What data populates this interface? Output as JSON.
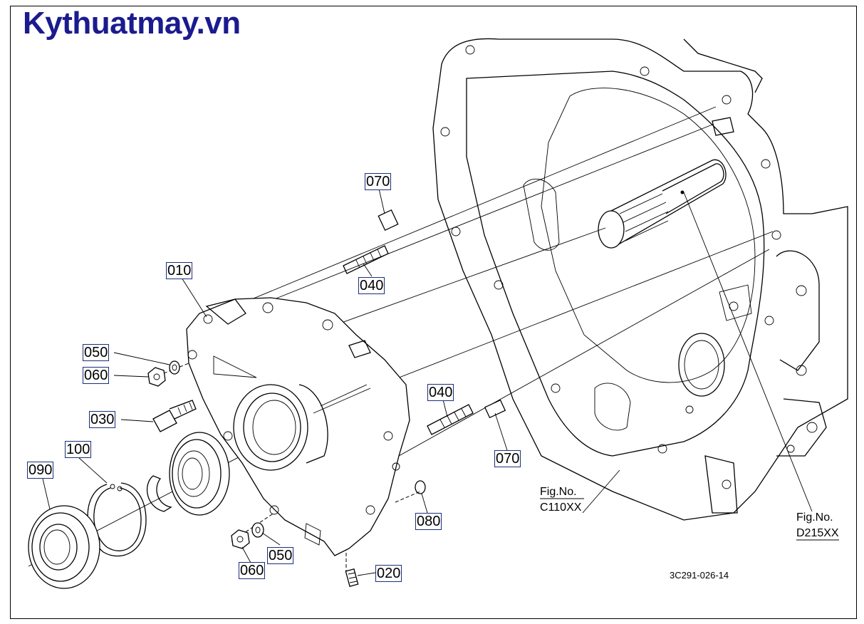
{
  "brand": {
    "text": "Kythuatmay.vn",
    "color": "#1b1b8f"
  },
  "callouts": {
    "p010": "010",
    "p020": "020",
    "p030": "030",
    "p040_top": "040",
    "p040_mid": "040",
    "p050_top": "050",
    "p050_bottom": "050",
    "p060_top": "060",
    "p060_bottom": "060",
    "p070_top": "070",
    "p070_mid": "070",
    "p080": "080",
    "p090": "090",
    "p100": "100"
  },
  "figure_refs": {
    "c110": {
      "label": "Fig.No.",
      "code": "C110XX"
    },
    "d215": {
      "label": "Fig.No.",
      "code": "D215XX"
    }
  },
  "drawing_code": "3C291-026-14",
  "label_border_color": "#1a2f7a"
}
